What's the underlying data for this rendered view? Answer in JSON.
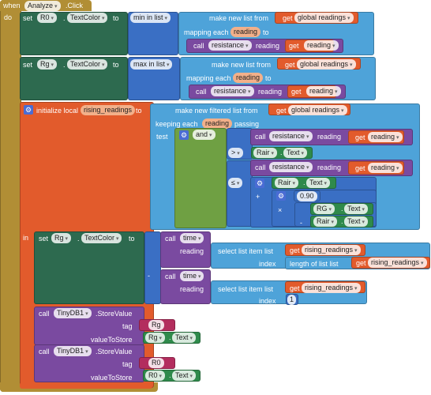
{
  "event": {
    "when": "when",
    "component": "Analyze",
    "event_name": ".Click",
    "do": "do"
  },
  "common": {
    "set": "set",
    "to": "to",
    "get": "get",
    "call": "call",
    "make_new_list_from": "make new list from",
    "mapping_each": "mapping each",
    "reading": "reading",
    "resistance": "resistance",
    "global_readings": "global readings",
    "text_prop": "Text",
    "text_color_prop": "TextColor"
  },
  "stmt1": {
    "component": "R0",
    "func": "min in list"
  },
  "stmt2": {
    "component": "Rg",
    "func": "max in list"
  },
  "local": {
    "initialize": "initialize local",
    "var": "rising_readings",
    "filter_title": "make new filtered list from",
    "keeping_each": "keeping each",
    "passing": "passing",
    "test": "test",
    "and": "and",
    "gt": ">",
    "lte": "≤",
    "plus": "+",
    "times": "×",
    "minus": "-",
    "rair": "Rair",
    "rg_upper": "RG",
    "number": "0.90"
  },
  "in_body": {
    "in": "in",
    "component": "Rg",
    "prop": "TextColor",
    "time": "time",
    "reading": "reading",
    "select_list_item": "select list item  list",
    "index": "index",
    "length_of_list": "length of list  list",
    "rising_var": "rising_readings",
    "minus": "-",
    "index_value": "1"
  },
  "store1": {
    "call": "call",
    "component": "TinyDB1",
    "method": ".StoreValue",
    "tag_label": "tag",
    "tag_value": "Rg",
    "value_label": "valueToStore",
    "value_comp": "Rg",
    "value_prop": "Text"
  },
  "store2": {
    "call": "call",
    "component": "TinyDB1",
    "method": ".StoreValue",
    "tag_label": "tag",
    "tag_value": "R0",
    "value_label": "valueToStore",
    "value_comp": "R0",
    "value_prop": "Text"
  },
  "colors": {
    "event": "#b18e35",
    "setter": "#2d6a4f",
    "list": "#4ea3d9",
    "variable": "#e25b2c",
    "procedure": "#7a4aa0",
    "logic": "#6fa043",
    "math": "#3a6fc4",
    "tinydb": "#7a4aa0",
    "text": "#b32d5e",
    "property": "#2f8a4b"
  }
}
